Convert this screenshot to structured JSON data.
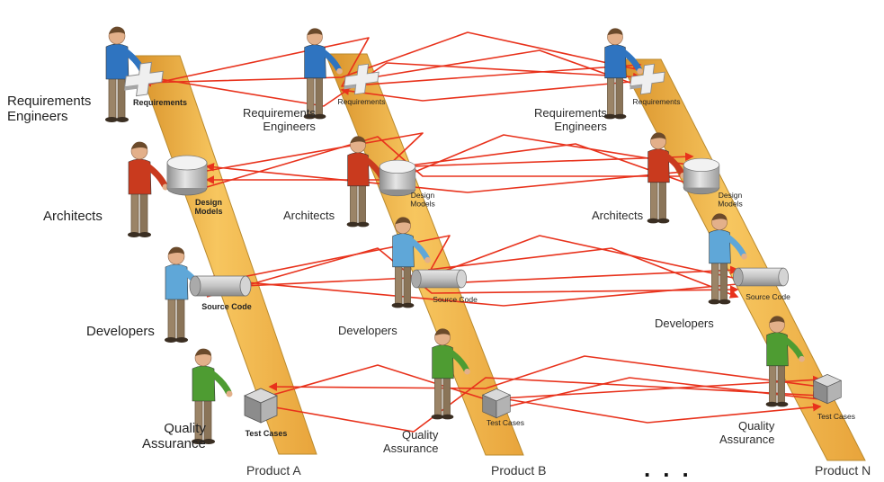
{
  "products": [
    {
      "name": "Product A",
      "roles": {
        "requirements": "Requirements\nEngineers",
        "architects": "Architects",
        "developers": "Developers",
        "qa": "Quality\nAssurance"
      },
      "artifacts": {
        "requirements": "Requirements",
        "design": "Design\nModels",
        "source": "Source Code",
        "tests": "Test Cases"
      }
    },
    {
      "name": "Product B",
      "roles": {
        "requirements": "Requirements\nEngineers",
        "architects": "Architects",
        "developers": "Developers",
        "qa": "Quality\nAssurance"
      },
      "artifacts": {
        "requirements": "Requirements",
        "design": "Design\nModels",
        "source": "Source Code",
        "tests": "Test Cases"
      }
    },
    {
      "name": "Product N",
      "roles": {
        "requirements": "Requirements\nEngineers",
        "architects": "Architects",
        "developers": "Developers",
        "qa": "Quality\nAssurance"
      },
      "artifacts": {
        "requirements": "Requirements",
        "design": "Design\nModels",
        "source": "Source Code",
        "tests": "Test Cases"
      }
    }
  ],
  "ellipsis": "...",
  "colors": {
    "conveyor": "#f3b64a",
    "conveyor_edge": "#b98a2e",
    "trace_lines": "#e8321c",
    "req_engineer_shirt": "#2f74c0",
    "architect_shirt": "#c93a1e",
    "developer_shirt": "#5fa7d8",
    "qa_shirt": "#4e9c32",
    "pants": "#9b8467",
    "artifact_grey": "#b9b9b9"
  }
}
